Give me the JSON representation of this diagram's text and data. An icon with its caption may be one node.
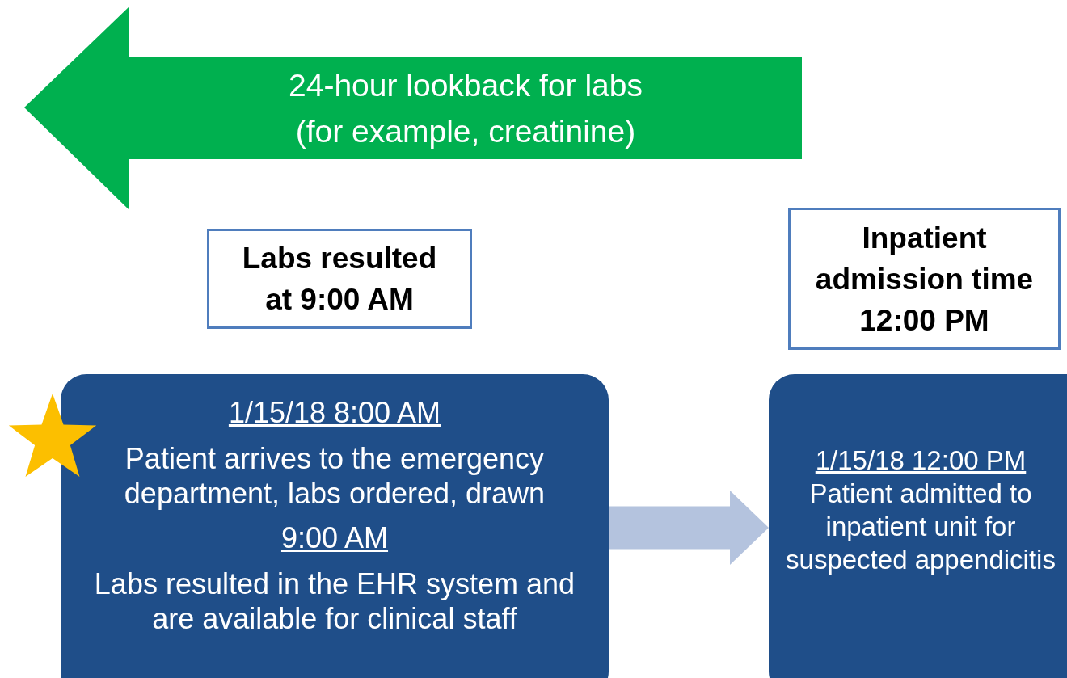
{
  "diagram": {
    "nodes": [
      {
        "text": [
          "24-hour lookback for labs (for example, creatinine)"
        ]
      },
      {
        "text": [
          "Labs resulted at 9:00 AM"
        ]
      },
      {
        "text": [
          "Inpatient admission time 12:00 PM"
        ]
      },
      {
        "text": [
          "1/15/18 8:00 AM",
          "Patient arrives to the emergency department, labs ordered, drawn",
          "9:00 AM",
          "Labs resulted in the EHR system and are available for clinical staff"
        ]
      },
      {
        "text": [
          "1/15/18 12:00 PM",
          "Patient admitted to inpatient unit for suspected appendicitis"
        ]
      }
    ],
    "edges": [
      {
        "from": 3,
        "to": 4,
        "arrow": "to",
        "color": "#b4c3de"
      }
    ]
  }
}
